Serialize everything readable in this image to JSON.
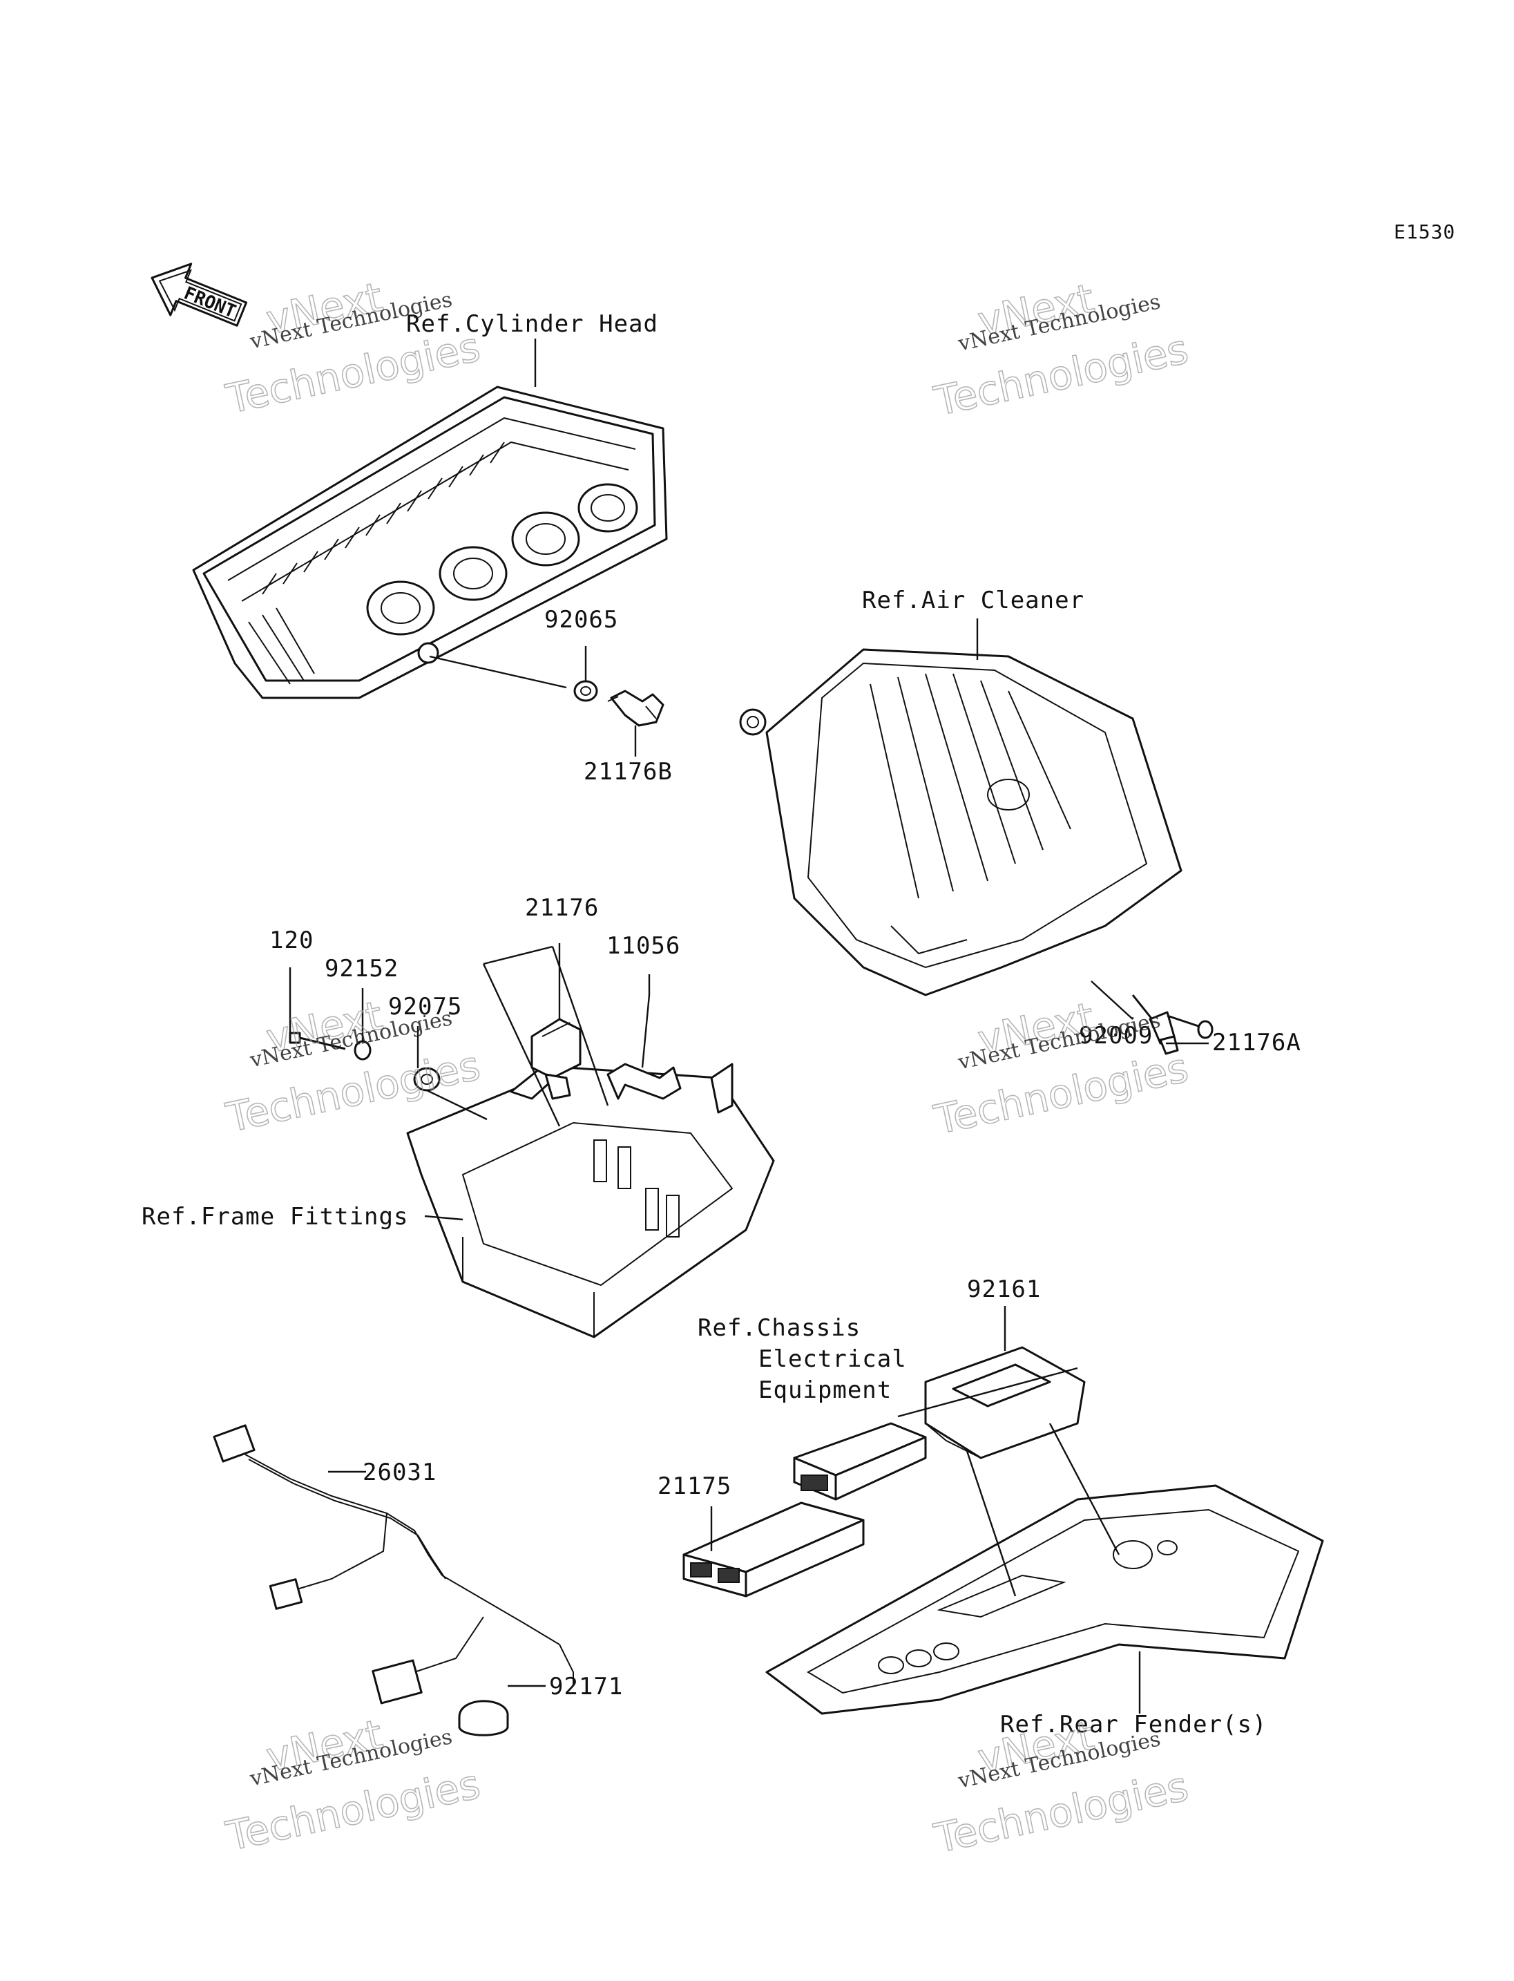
{
  "diagram_code": "E1530",
  "front_arrow": {
    "label": "FRONT",
    "icon": "front-arrow-icon"
  },
  "refs": {
    "cylinder_head": "Ref.Cylinder Head",
    "air_cleaner": "Ref.Air Cleaner",
    "frame_fittings": "Ref.Frame Fittings",
    "chassis_line1": "Ref.Chassis",
    "chassis_line2": "Electrical",
    "chassis_line3": "Equipment",
    "rear_fender": "Ref.Rear Fender(s)"
  },
  "parts": {
    "p92065": "92065",
    "p21176B": "21176B",
    "p21176": "21176",
    "p11056": "11056",
    "p120": "120",
    "p92152": "92152",
    "p92075": "92075",
    "p21176A": "21176A",
    "p92009": "92009",
    "p92161": "92161",
    "p21175": "21175",
    "p26031": "26031",
    "p92171": "92171"
  },
  "watermark": {
    "company": "vNext Technologies",
    "word1": "vNext",
    "word2": "Technologies"
  }
}
